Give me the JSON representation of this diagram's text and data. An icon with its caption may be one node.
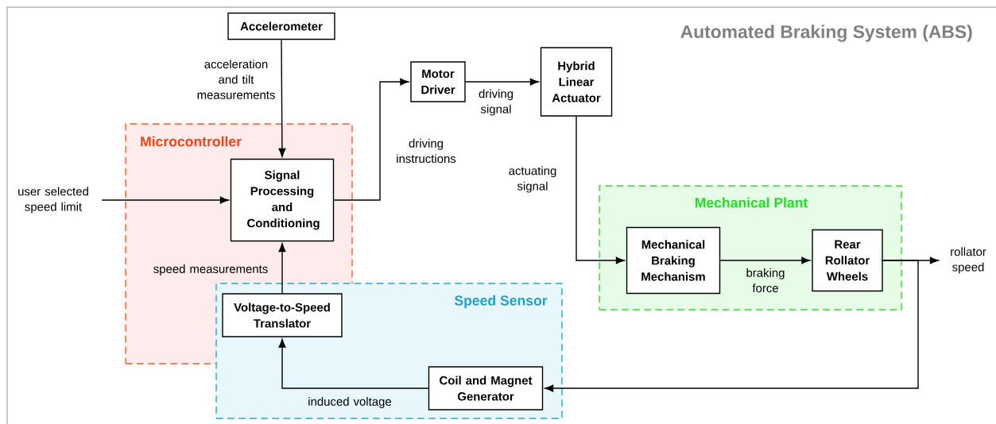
{
  "diagram": {
    "title": "Automated Braking System (ABS)",
    "nodes": [
      {
        "text": [
          "Microcontroller"
        ]
      },
      {
        "text": [
          "Speed Sensor"
        ]
      },
      {
        "text": [
          "Mechanical Plant"
        ]
      },
      {
        "text": [
          "Accelerometer"
        ]
      },
      {
        "text": [
          "Signal Processing and Conditioning"
        ],
        "in": 0
      },
      {
        "text": [
          "Motor Driver"
        ]
      },
      {
        "text": [
          "Hybrid Linear Actuator"
        ]
      },
      {
        "text": [
          "Voltage-to-Speed Translator"
        ]
      },
      {
        "text": [
          "Mechanical Braking Mechanism"
        ],
        "in": 2
      },
      {
        "text": [
          "Rear Rollator Wheels"
        ],
        "in": 2
      },
      {
        "text": [
          "Coil and Magnet Generator"
        ],
        "in": 1
      },
      {
        "text": [
          "user selected speed limit"
        ]
      },
      {
        "text": [
          "rollator speed"
        ]
      }
    ],
    "edges": [
      {
        "from": 3,
        "to": 4,
        "arrow": "to",
        "label": "acceleration and tilt measurements"
      },
      {
        "from": 11,
        "to": 4,
        "arrow": "to"
      },
      {
        "from": 4,
        "to": 5,
        "arrow": "to",
        "label": "driving instructions"
      },
      {
        "from": 5,
        "to": 6,
        "arrow": "to",
        "label": "driving signal"
      },
      {
        "from": 6,
        "to": 8,
        "arrow": "to",
        "label": "actuating signal"
      },
      {
        "from": 8,
        "to": 9,
        "arrow": "to",
        "label": "braking force"
      },
      {
        "from": 9,
        "to": 12,
        "arrow": "to"
      },
      {
        "from": 9,
        "to": 10,
        "arrow": "to"
      },
      {
        "from": 10,
        "to": 7,
        "arrow": "to",
        "label": "induced voltage"
      },
      {
        "from": 7,
        "to": 4,
        "arrow": "to",
        "label": "speed measurements"
      }
    ]
  }
}
